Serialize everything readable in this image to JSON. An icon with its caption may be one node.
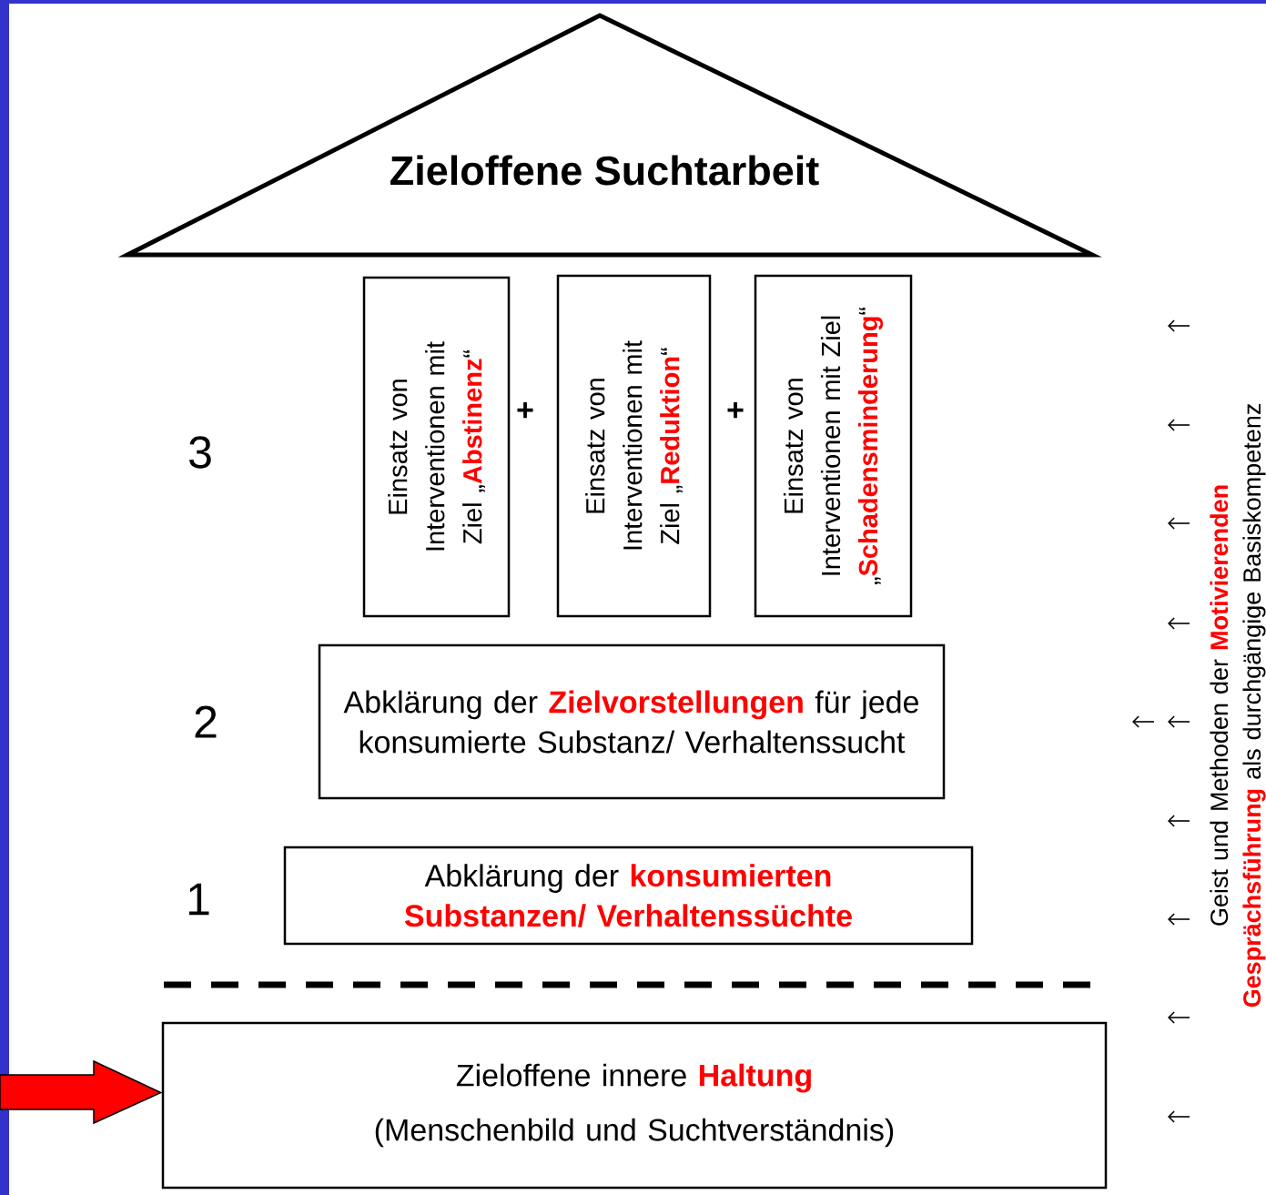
{
  "diagram": {
    "nodes": [
      {
        "text": [
          "Zieloffene Suchtarbeit"
        ]
      },
      {
        "text": [
          "Einsatz von Interventionen mit Ziel „**Abstinenz**“"
        ]
      },
      {
        "text": [
          "Einsatz von Interventionen mit Ziel „**Reduktion**“"
        ]
      },
      {
        "text": [
          "Einsatz von Interventionen mit Ziel „**Schadensminderung**“"
        ]
      },
      {
        "text": [
          "Abklärung der **Zielvorstellungen** für jede konsumierte Substanz/ Verhaltenssucht"
        ]
      },
      {
        "text": [
          "Abklärung der **konsumierten Substanzen/ Verhaltenssüchte**"
        ]
      },
      {
        "text": [
          "Zieloffene innere **Haltung**",
          "(Menschenbild und Suchtverständnis)"
        ]
      }
    ],
    "edges": [
      {
        "from": null,
        "to": 6,
        "arrow": "to",
        "color": "#ff0000"
      }
    ],
    "labels": [
      "+",
      "+",
      "3",
      "2",
      "1",
      "Geist und Methoden der **Motivierenden Gesprächsführung** als durchgängige Basiskompetenz"
    ]
  }
}
